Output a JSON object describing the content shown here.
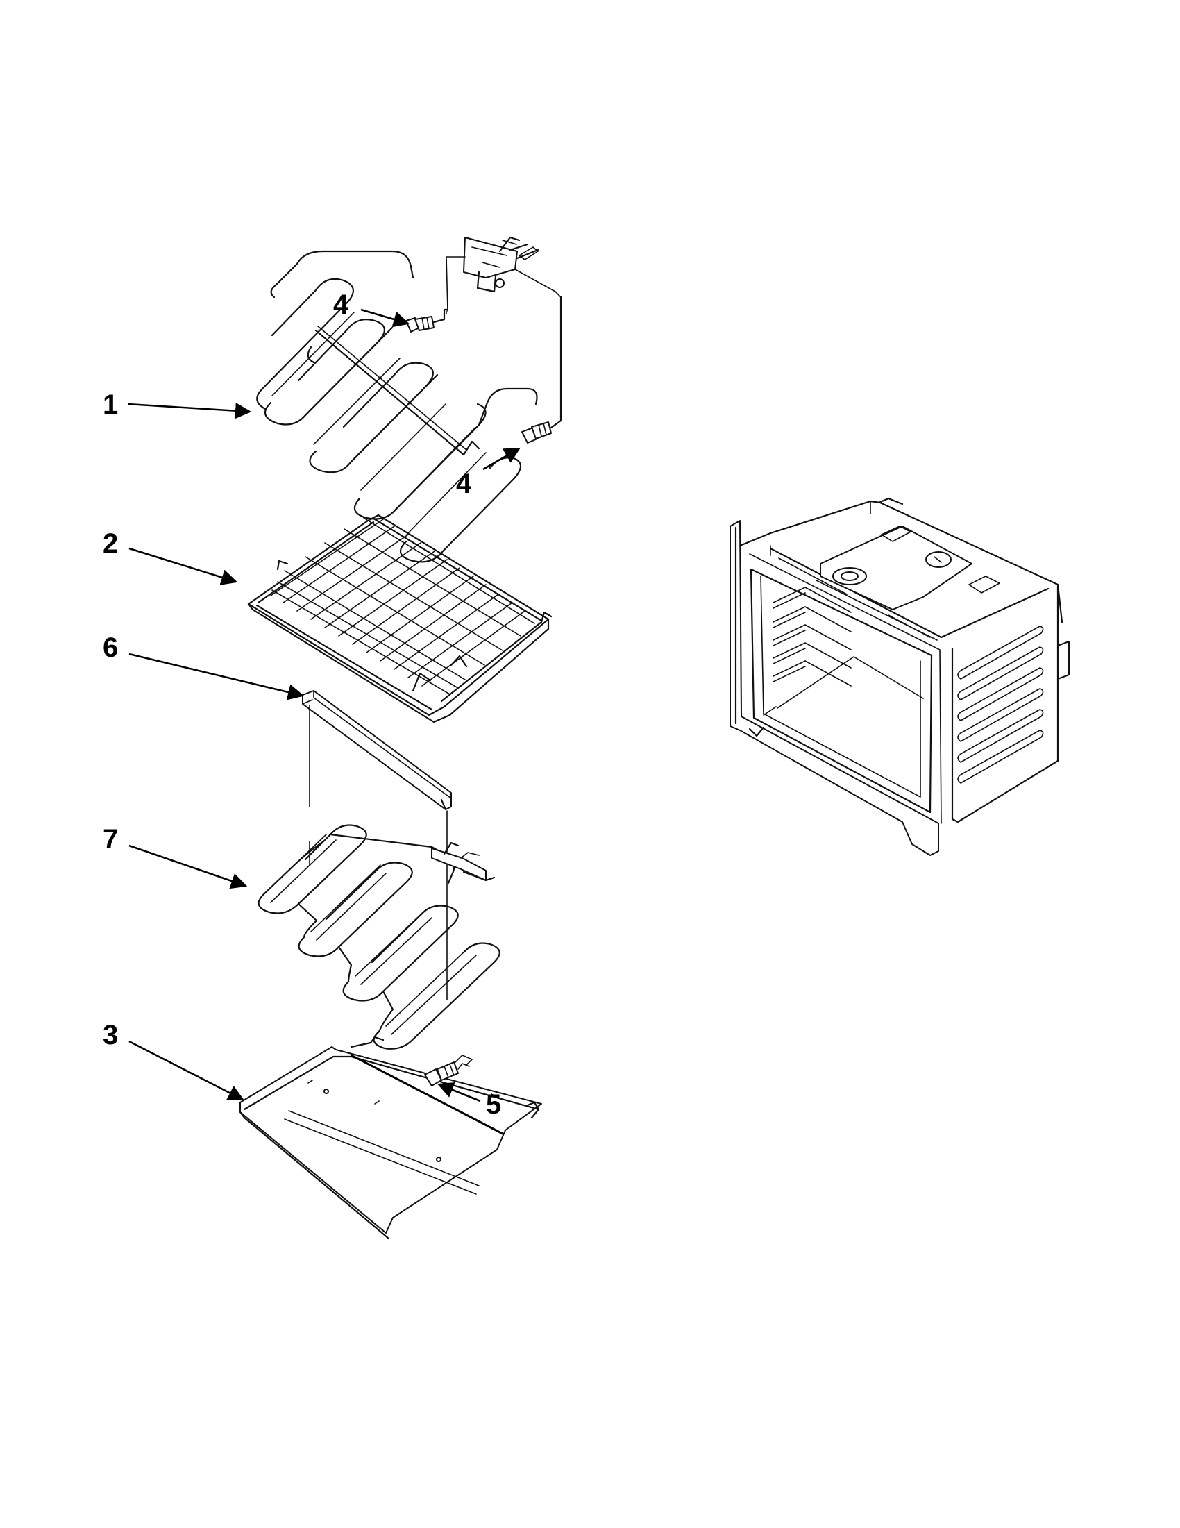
{
  "diagram": {
    "callouts": [
      {
        "id": "c4a",
        "label": "4"
      },
      {
        "id": "c1",
        "label": "1"
      },
      {
        "id": "c4b",
        "label": "4"
      },
      {
        "id": "c2",
        "label": "2"
      },
      {
        "id": "c6",
        "label": "6"
      },
      {
        "id": "c7",
        "label": "7"
      },
      {
        "id": "c3",
        "label": "3"
      },
      {
        "id": "c5",
        "label": "5"
      }
    ]
  }
}
